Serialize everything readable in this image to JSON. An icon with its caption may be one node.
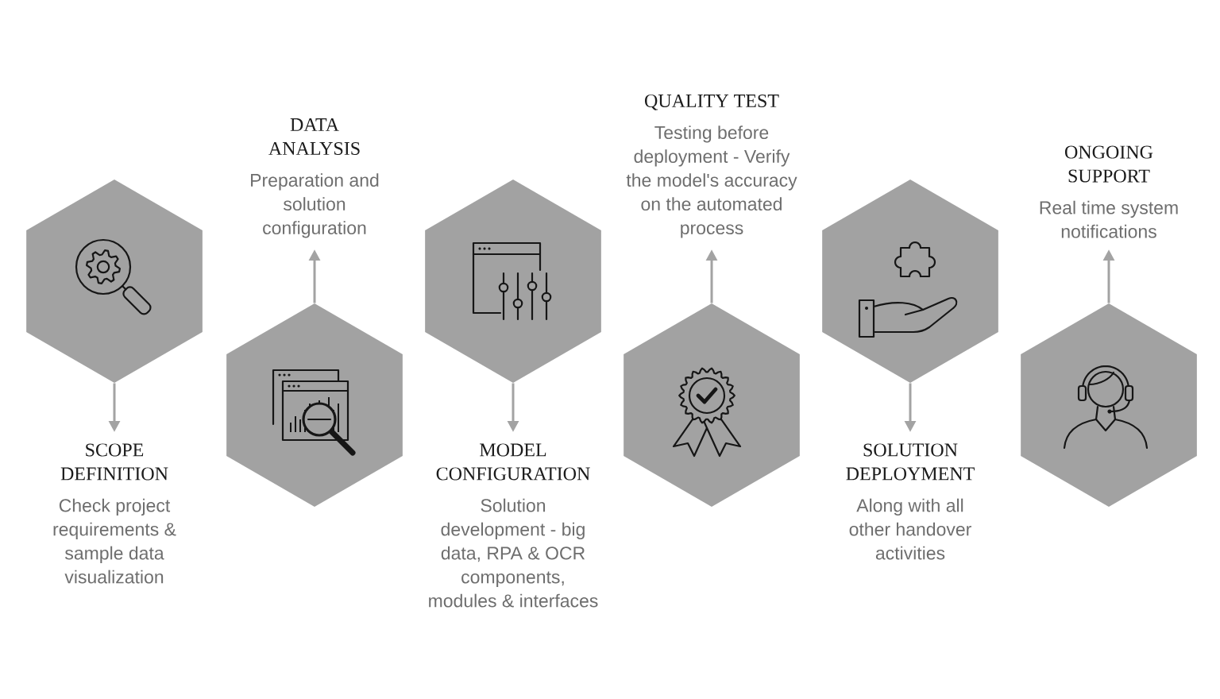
{
  "diagram": {
    "nodes": [
      {
        "text": [],
        "shape": "hexagon"
      },
      {
        "text": [
          "SCOPE DEFINITION",
          "Check project requirements & sample data visualization"
        ]
      },
      {
        "text": [],
        "shape": "hexagon"
      },
      {
        "text": [
          "DATA ANALYSIS",
          "Preparation and solution configuration"
        ]
      },
      {
        "text": [],
        "shape": "hexagon"
      },
      {
        "text": [
          "MODEL CONFIGURATION",
          "Solution development - big data, RPA & OCR components, modules & interfaces"
        ]
      },
      {
        "text": [],
        "shape": "hexagon"
      },
      {
        "text": [
          "QUALITY TEST",
          "Testing before deployment - Verify the model's accuracy on the automated process"
        ]
      },
      {
        "text": [],
        "shape": "hexagon"
      },
      {
        "text": [
          "SOLUTION DEPLOYMENT",
          "Along with all other handover activities"
        ]
      },
      {
        "text": [],
        "shape": "hexagon"
      },
      {
        "text": [
          "ONGOING SUPPORT",
          "Real time system notifications"
        ]
      }
    ],
    "edges": [
      {
        "from": 0,
        "to": 1,
        "arrow": "to"
      },
      {
        "from": 2,
        "to": 3,
        "arrow": "to"
      },
      {
        "from": 4,
        "to": 5,
        "arrow": "to"
      },
      {
        "from": 6,
        "to": 7,
        "arrow": "to"
      },
      {
        "from": 8,
        "to": 9,
        "arrow": "to"
      },
      {
        "from": 10,
        "to": 11,
        "arrow": "to"
      }
    ]
  }
}
